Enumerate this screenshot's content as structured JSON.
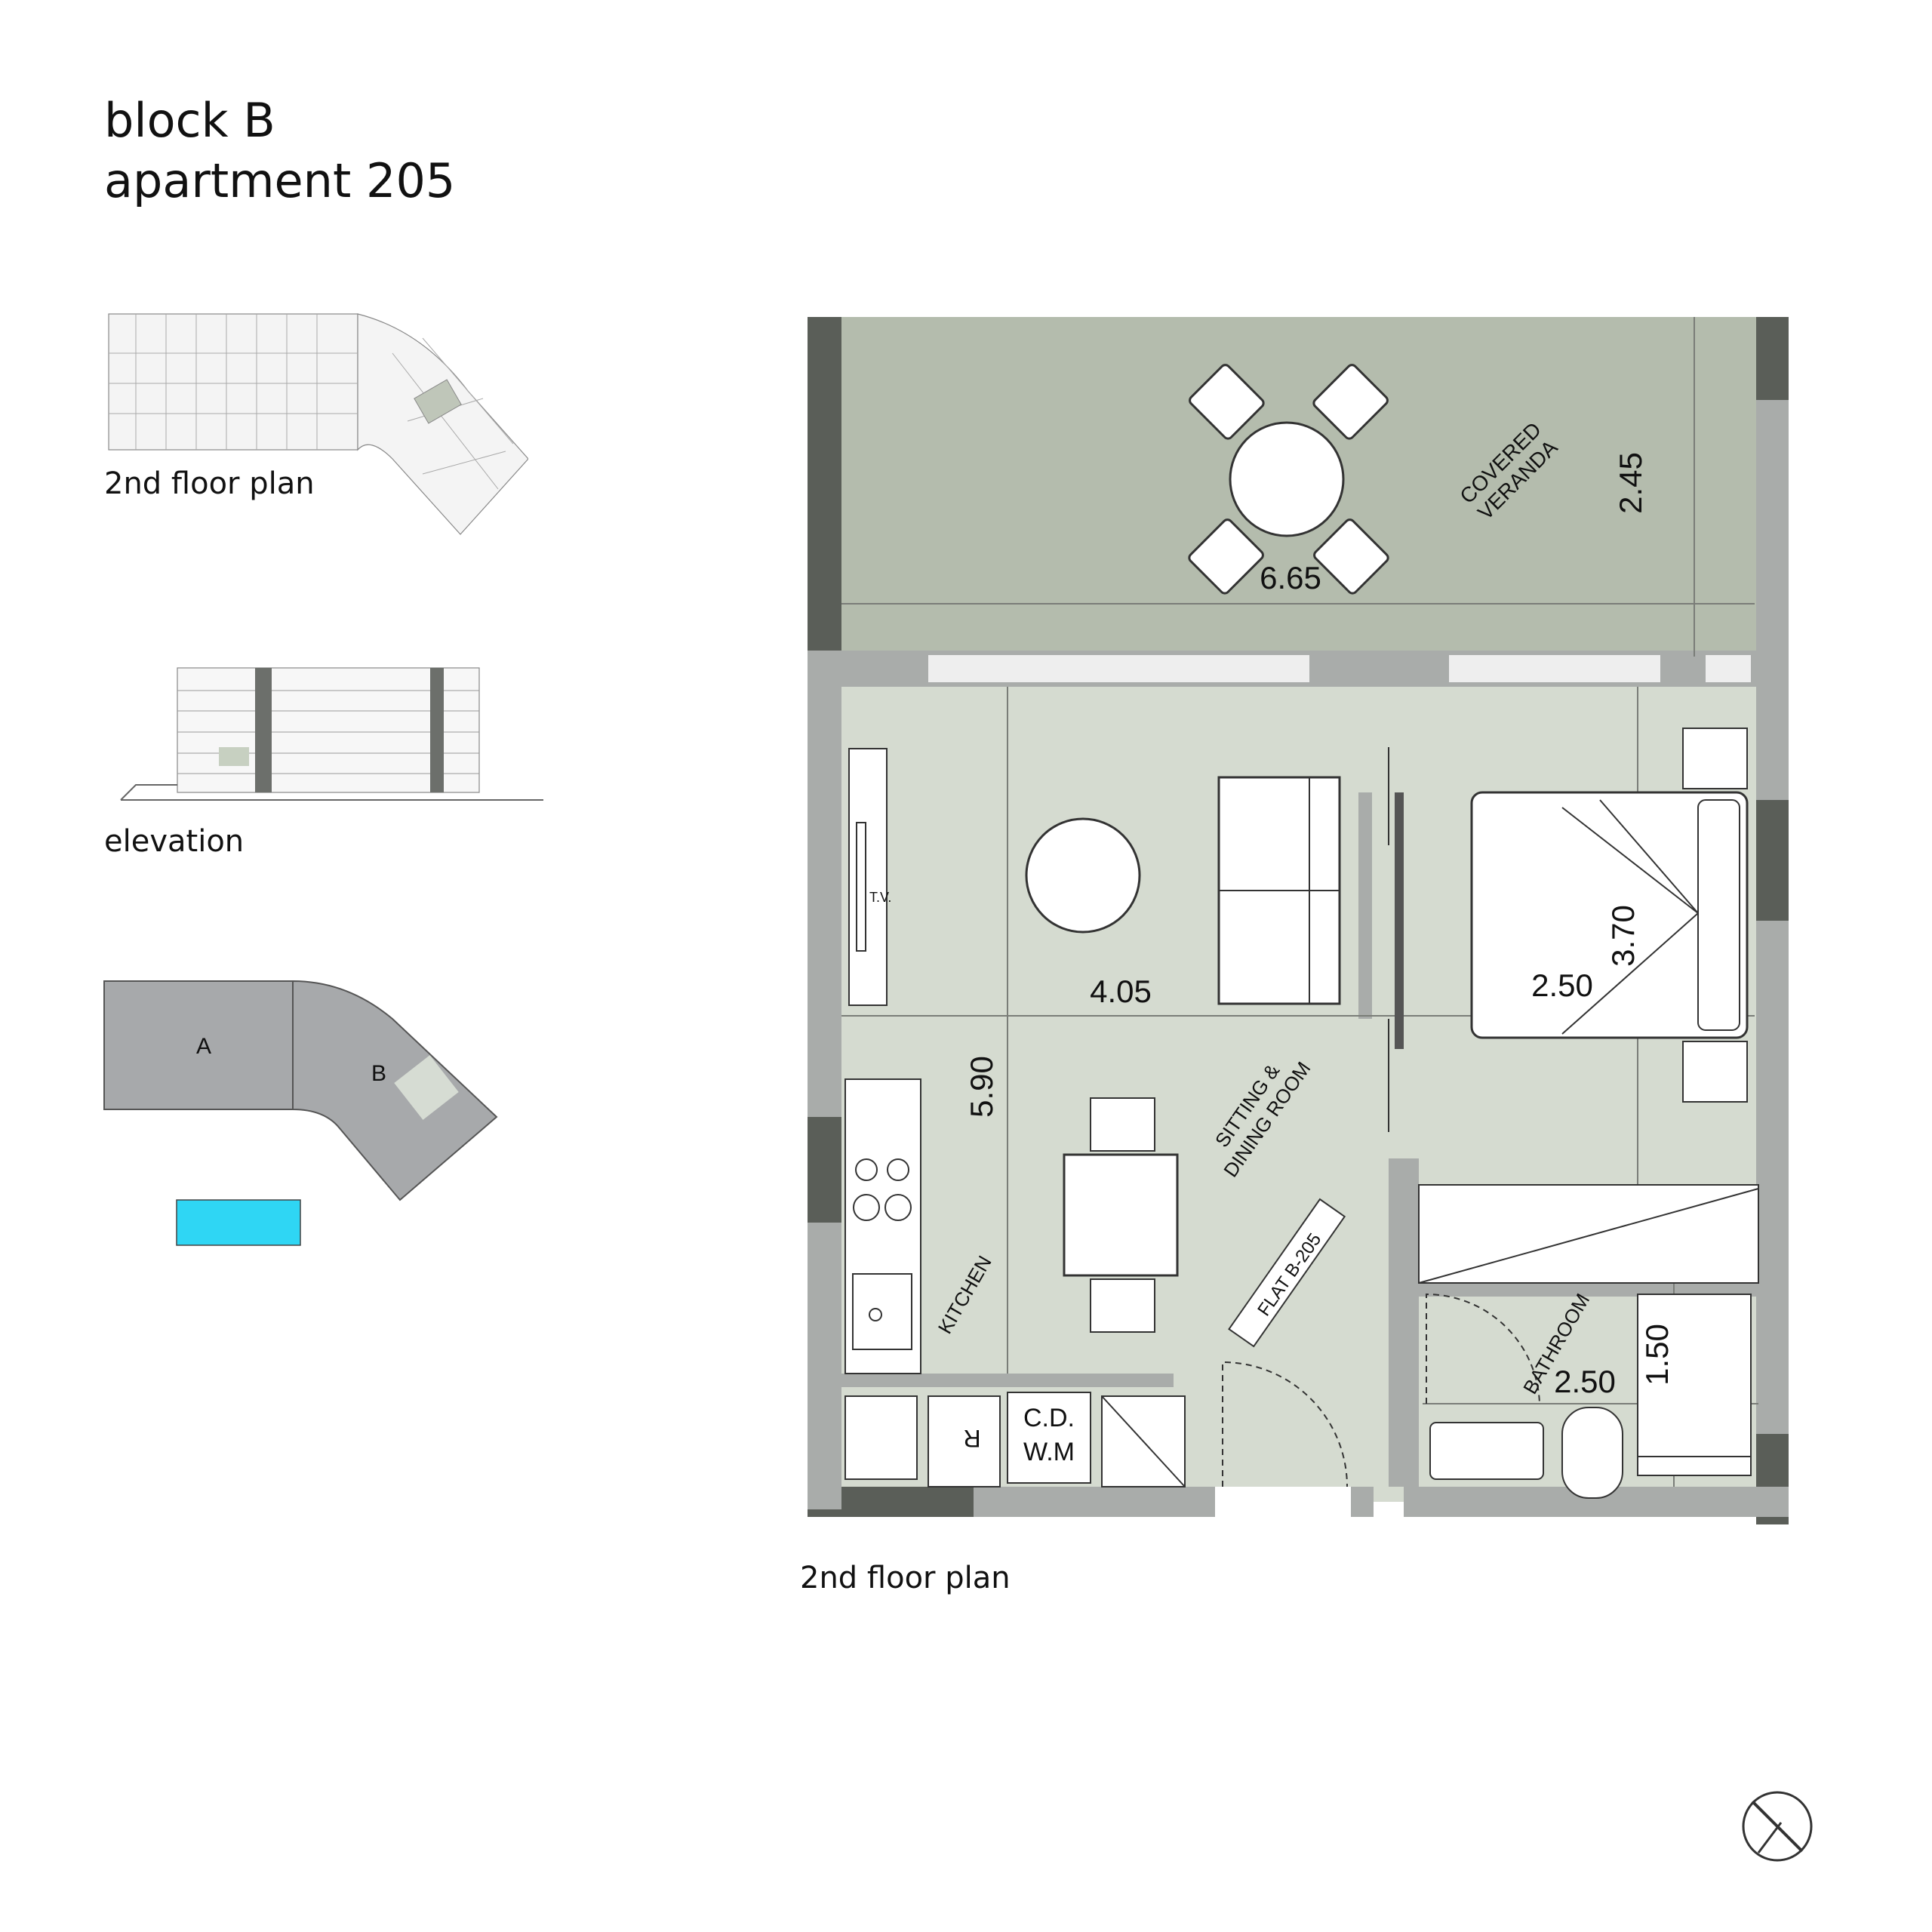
{
  "header": {
    "line1": "block B",
    "line2": "apartment 205"
  },
  "thumbnails": {
    "floor_plan_caption": "2nd floor plan",
    "elevation_caption": "elevation"
  },
  "site_plan": {
    "block_a": "A",
    "block_b": "B"
  },
  "plan": {
    "caption": "2nd floor plan",
    "rooms": {
      "veranda": [
        "COVERED",
        "VERANDA"
      ],
      "sitting": [
        "SITTING &",
        "DINING ROOM"
      ],
      "kitchen": "KITCHEN",
      "bathroom": "BATHROOM",
      "flat_label": "FLAT B-205",
      "tv": "T.V.",
      "fridge": "R",
      "cd": "C.D.",
      "wm": "W.M"
    },
    "dimensions": {
      "veranda_width": "6.65",
      "veranda_depth": "2.45",
      "sitting_width": "4.05",
      "overall_depth": "5.90",
      "bedroom_width": "2.50",
      "bedroom_depth": "3.70",
      "bathroom_width": "2.50",
      "bathroom_depth": "1.50"
    }
  },
  "colors": {
    "veranda": "#b4bcad",
    "interior": "#d5dbd0",
    "wall_dark": "#5a5e58",
    "wall_gray": "#a9acaa",
    "block_gray": "#a7a9ab",
    "highlight": "#d6dcd3",
    "pool": "#2fd6f4"
  },
  "icons": {
    "compass": "north-arrow-icon"
  }
}
